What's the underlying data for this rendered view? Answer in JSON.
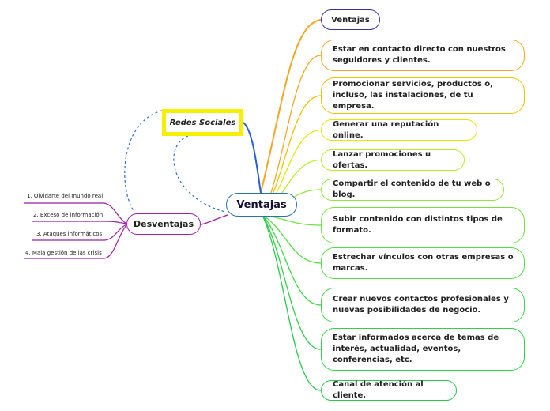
{
  "central": {
    "label": "Ventajas"
  },
  "redes": {
    "label": "Redes Sociales"
  },
  "desventajas": {
    "label": "Desventajas",
    "items": [
      "1. Olvidarte del mundo real",
      "2. Exceso de información",
      "3. Ataques informáticos",
      "4. Mala gestión de las crisis"
    ]
  },
  "ventajas": {
    "title": "Ventajas",
    "items": [
      "Estar en contacto directo con nuestros seguidores y clientes.",
      "Promocionar servicios, productos o, incluso, las instalaciones, de tu empresa.",
      "Generar una reputación online.",
      "Lanzar promociones u ofertas.",
      "Compartir el contenido de tu web o blog.",
      "Subir contenido con distintos tipos de formato.",
      "Estrechar vínculos con otras empresas o marcas.",
      "Crear nuevos contactos profesionales y nuevas posibilidades de negocio.",
      "Estar informados acerca de temas de interés, actualidad, eventos, conferencias, etc.",
      "Canal de atención al cliente."
    ]
  },
  "colors": {
    "central_border": "#2a6fb0",
    "desventajas_border": "#9b1fa3",
    "redes_border": "#f4f000",
    "top_border": "#3a32a8",
    "gradient": [
      "#f5a623",
      "#f2c000",
      "#e6e600",
      "#b8ec2a",
      "#8fe836",
      "#6ee43c",
      "#4fe040",
      "#3ad844",
      "#30d048",
      "#28c84a"
    ]
  }
}
